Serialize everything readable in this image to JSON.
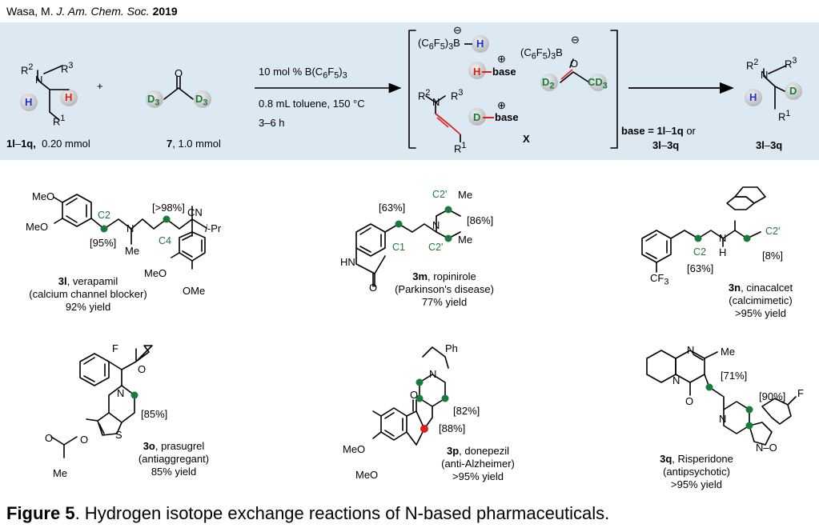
{
  "citation": {
    "author": "Wasa, M.",
    "journal": "J. Am. Chem. Soc.",
    "year": "2019"
  },
  "scheme": {
    "substrate": {
      "label_bold": "1l",
      "label_rest": "–",
      "label_bold2": "1q,",
      "amount": "0.20 mmol",
      "H_left": "H",
      "H_right": "H",
      "R1": "R",
      "R1_sup": "1",
      "R2": "R",
      "R2_sup": "2",
      "R3": "R",
      "R3_sup": "3",
      "N": "N"
    },
    "plus": "+",
    "reagent": {
      "label_bold": "7",
      "amount": ", 1.0 mmol",
      "D3_left": "D",
      "D3_right": "D",
      "sub3": "3",
      "O": "O"
    },
    "conditions": {
      "line1": "10 mol %   B(C",
      "line1_sub6": "6",
      "line1_F": "F",
      "line1_sub5": "5",
      "line1_end": ")",
      "line1_sub3": "3",
      "line2": "0.8 mL toluene, 150 °C",
      "line3": "3–6 h"
    },
    "intermediates": {
      "borohydride": "(C",
      "boro_sub6": "6",
      "boro_F": "F",
      "boro_sub5": "5",
      "boro_end": ")",
      "boro_sub3": "3",
      "boro_B": "B",
      "boro_H": "H",
      "charge_minus": "⊖",
      "charge_plus": "⊕",
      "Hbase_H": "H",
      "Hbase_text": "base",
      "Dbase_D": "D",
      "Dbase_text": "base",
      "enolate_D2": "D",
      "enolate_sub2": "2",
      "enolate_CD3": "CD",
      "enolate_sub3": "3",
      "enolate_O": "O",
      "enolate_B": "B",
      "enamine_N": "N",
      "enamine_R2": "R",
      "enamine_R2_sup": "2",
      "enamine_R3": "R",
      "enamine_R3_sup": "3",
      "enamine_R1": "R",
      "enamine_R1_sup": "1",
      "X": "X",
      "base_def1": "base = ",
      "base_def1_bold": "1l",
      "base_def1_dash": "–",
      "base_def1_bold2": "1q",
      "base_def1_end": " or",
      "base_def2_bold": "3l",
      "base_def2_dash": "–",
      "base_def2_bold2": "3q"
    },
    "product": {
      "label_bold": "3l",
      "label_dash": "–",
      "label_bold2": "3q",
      "H": "H",
      "D": "D",
      "N": "N",
      "R1": "R",
      "R1_sup": "1",
      "R2": "R",
      "R2_sup": "2",
      "R3": "R",
      "R3_sup": "3"
    }
  },
  "compounds": [
    {
      "id": "3l",
      "name": ", verapamil",
      "use": "(calcium channel blocker)",
      "yield": "92% yield",
      "labels": {
        "ome1": "MeO",
        "ome2": "MeO",
        "ome3": "MeO",
        "ome4": "OMe",
        "N": "N",
        "Me": "Me",
        "CN": "CN",
        "iPr": "i",
        "iPr2": "-Pr",
        "C2": "C2",
        "C4": "C4",
        "pct1": "[95%]",
        "pct2": "[>98%]"
      }
    },
    {
      "id": "3m",
      "name": ", ropinirole",
      "use": "(Parkinson's disease)",
      "yield": "77% yield",
      "labels": {
        "HN": "HN",
        "O": "O",
        "N": "N",
        "C1": "C1",
        "C2a": "C2'",
        "C2b": "C2'",
        "Me1": "Me",
        "Me2": "Me",
        "pct1": "[63%]",
        "pct2": "[86%]"
      }
    },
    {
      "id": "3n",
      "name": ", cinacalcet",
      "use": "(calcimimetic)",
      "yield": ">95% yield",
      "labels": {
        "CF3": "CF",
        "CF3sub": "3",
        "N": "N",
        "H": "H",
        "C2": "C2",
        "C2p": "C2'",
        "pct1": "[63%]",
        "pct2": "[8%]"
      }
    },
    {
      "id": "3o",
      "name": ", prasugrel",
      "use": "(antiaggregant)",
      "yield": "85% yield",
      "labels": {
        "F": "F",
        "O": "O",
        "N": "N",
        "S": "S",
        "O2": "O",
        "O3": "O",
        "Me": "Me",
        "pct1": "[85%]"
      }
    },
    {
      "id": "3p",
      "name": ", donepezil",
      "use": "(anti-Alzheimer)",
      "yield": ">95% yield",
      "labels": {
        "Ph": "Ph",
        "N": "N",
        "O": "O",
        "MeO1": "MeO",
        "MeO2": "MeO",
        "pct1": "[82%]",
        "pct2": "[88%]"
      }
    },
    {
      "id": "3q",
      "name": ", Risperidone",
      "use": "(antipsychotic)",
      "yield": ">95% yield",
      "labels": {
        "N1": "N",
        "N2": "N",
        "O": "O",
        "Me": "Me",
        "F": "F",
        "N3": "N",
        "NO": "N",
        "O2": "O",
        "pct1": "[71%]",
        "pct2": "[90%]"
      }
    }
  ],
  "caption": {
    "bold": "Figure 5",
    "text": ". Hydrogen isotope exchange reactions of N-based pharmaceuticals."
  },
  "colors": {
    "panel": "#dce8f2",
    "green_dot": "#1a7a3a",
    "red_dot": "#e0201a",
    "H_blue": "#1f2fd6",
    "H_red": "#e0201a",
    "D_green": "#1a7a3a",
    "ball": "#cfcfcf"
  }
}
